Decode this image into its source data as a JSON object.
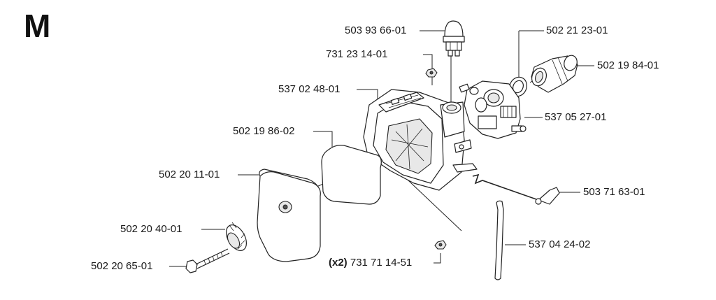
{
  "section_letter": "M",
  "parts": {
    "primer_bulb": "503 93 66-01",
    "nut_top": "731 23 14-01",
    "gasket_ring": "502 21 23-01",
    "intake_elbow": "502 19 84-01",
    "air_filter_housing": "537 02 48-01",
    "carburetor": "537 05 27-01",
    "filter_element": "502 19 86-02",
    "filter_cover": "502 20 11-01",
    "throttle_rod": "503 71 63-01",
    "knob": "502 20 40-01",
    "fuel_hose": "537 04 24-02",
    "screw": "502 20 65-01",
    "nut_bottom_qty": "(x2)",
    "nut_bottom": "731 71 14-51"
  }
}
